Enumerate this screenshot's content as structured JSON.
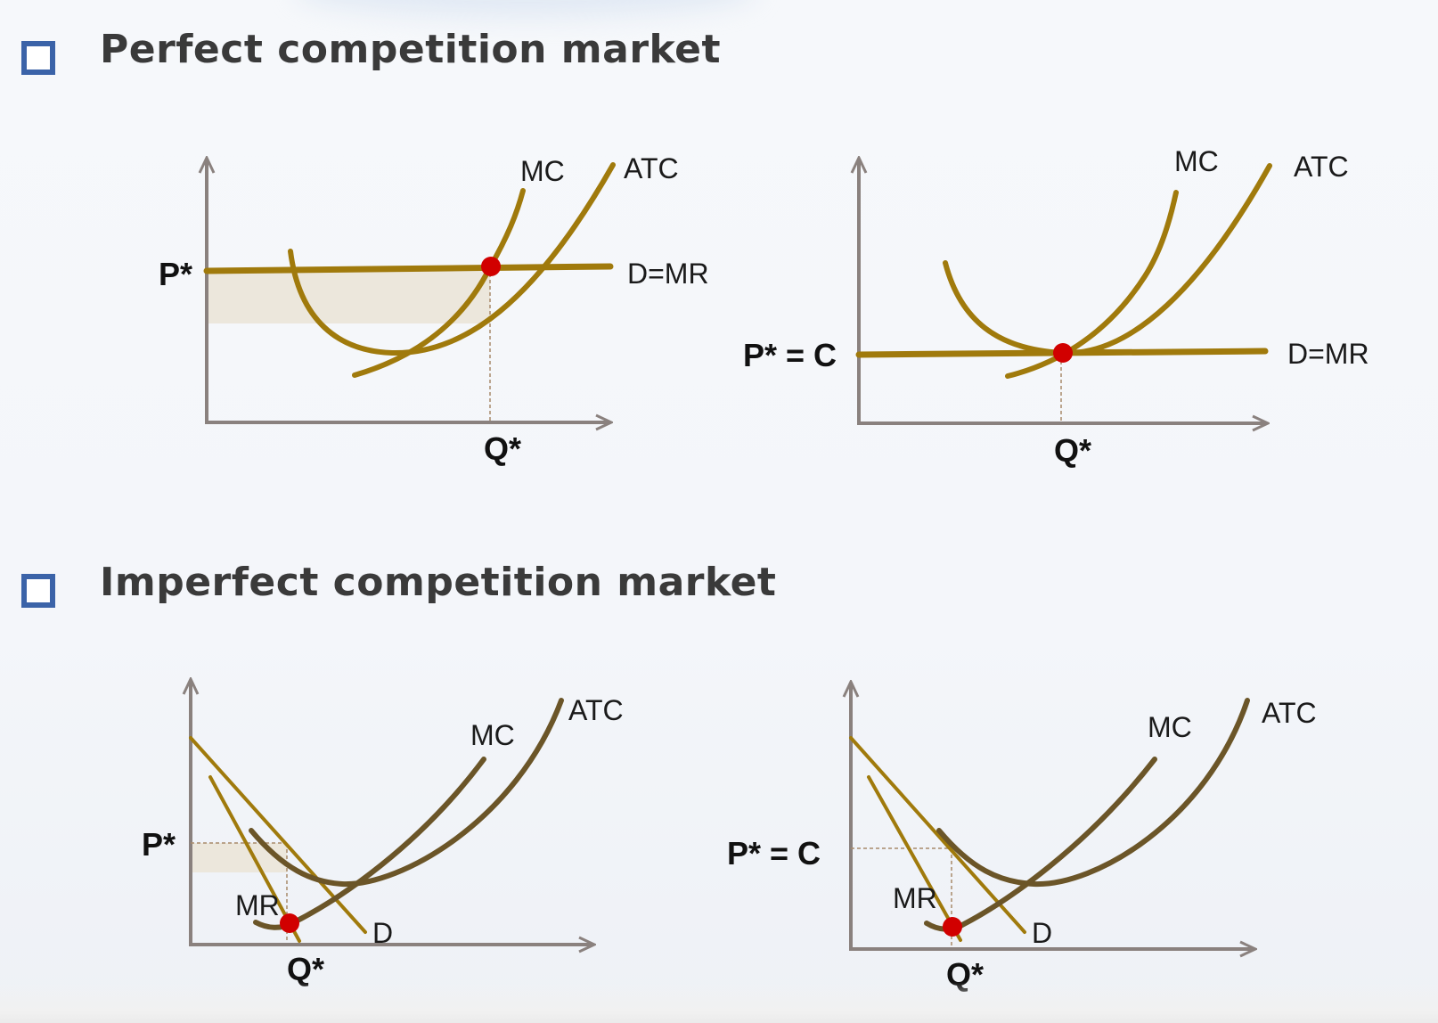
{
  "sections": [
    {
      "title": "Perfect competition market",
      "icon": "checkbox-icon"
    },
    {
      "title": "Imperfect competition market",
      "icon": "checkbox-icon"
    }
  ],
  "diagrams": {
    "perfect_profit": {
      "p_label": "P*",
      "q_label": "Q*",
      "mc": "MC",
      "atc": "ATC",
      "d": "D=MR"
    },
    "perfect_zero": {
      "p_label": "P* = C",
      "q_label": "Q*",
      "mc": "MC",
      "atc": "ATC",
      "d": "D=MR"
    },
    "imperfect_profit": {
      "p_label": "P*",
      "q_label": "Q*",
      "mc": "MC",
      "atc": "ATC",
      "mr": "MR",
      "d": "D"
    },
    "imperfect_zero": {
      "p_label": "P* = C",
      "q_label": "Q*",
      "mc": "MC",
      "atc": "ATC",
      "mr": "MR",
      "d": "D"
    }
  },
  "colors": {
    "accent": "#3b63a8",
    "curve_gold": "#a07a0c",
    "curve_dark": "#6b5528",
    "axis": "#8a817e",
    "point": "#d10000",
    "profit_shade": "#ece7dc"
  }
}
